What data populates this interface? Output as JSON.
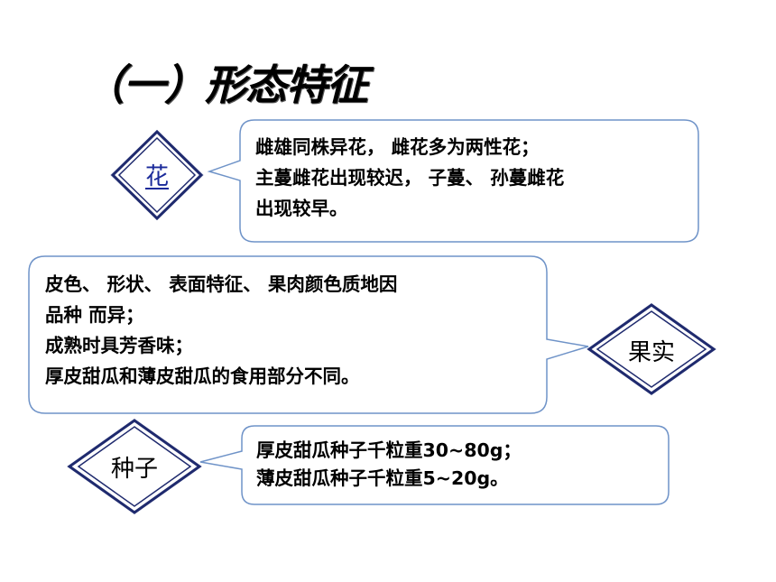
{
  "title": "（一）形态特征",
  "sections": {
    "flower": {
      "label": "花",
      "lines": [
        " 雌雄同株异花， 雌花多为两性花；",
        "主蔓雌花出现较迟， 子蔓、 孙蔓雌花",
        "出现较早。"
      ]
    },
    "fruit": {
      "label": "果实",
      "lines": [
        "皮色、 形状、 表面特征、 果肉颜色质地因",
        " 品种 而异；",
        "成熟时具芳香味；",
        "厚皮甜瓜和薄皮甜瓜的食用部分不同。"
      ]
    },
    "seed": {
      "label": "种子",
      "lines": [
        "厚皮甜瓜种子千粒重30~80g；",
        "薄皮甜瓜种子千粒重5~20g。"
      ]
    }
  },
  "colors": {
    "callout_border": "#6f93c8",
    "diamond_dark": "#1f2a6e",
    "link": "#1a2a9a"
  }
}
